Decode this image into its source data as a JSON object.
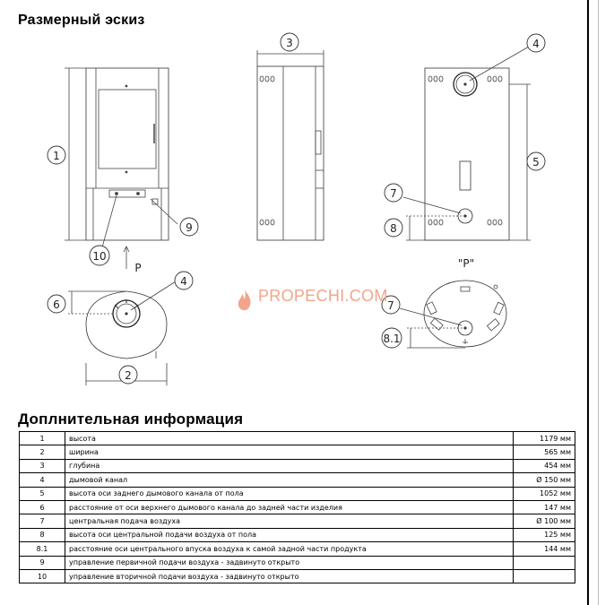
{
  "section_titles": {
    "sketch": "Размерный эскиз",
    "info": "Доплнительная информация"
  },
  "watermark": {
    "text": "PROPECHI.COM",
    "color": "#f2a58a"
  },
  "callouts": {
    "c1": "1",
    "c2": "2",
    "c3": "3",
    "c4": "4",
    "c4b": "4",
    "c5": "5",
    "c6": "6",
    "c7": "7",
    "c7b": "7",
    "c8": "8",
    "c81": "8.1",
    "c9": "9",
    "c10": "10"
  },
  "view_labels": {
    "arrow_p": "P",
    "view_p": "\"P\""
  },
  "info_table": [
    {
      "num": "1",
      "desc": "высота",
      "value": "1179 мм"
    },
    {
      "num": "2",
      "desc": "ширина",
      "value": "565 мм"
    },
    {
      "num": "3",
      "desc": "глубина",
      "value": "454 мм"
    },
    {
      "num": "4",
      "desc": "дымовой канал",
      "value": "Ø 150 мм"
    },
    {
      "num": "5",
      "desc": "высота оси заднего дымового канала от пола",
      "value": "1052 мм"
    },
    {
      "num": "6",
      "desc": "расстояние от оси верхнего дымового канала до задней части изделия",
      "value": "147 мм"
    },
    {
      "num": "7",
      "desc": "центральная подача воздуха",
      "value": "Ø 100 мм"
    },
    {
      "num": "8",
      "desc": "высота оси центральной подачи воздуха от пола",
      "value": "125 мм"
    },
    {
      "num": "8.1",
      "desc": "расстояние оси центрального впуска воздуха к самой задной части продукта",
      "value": "144 мм"
    },
    {
      "num": "9",
      "desc": "управление первичной подачи воздуха - задвинуто открыто",
      "value": ""
    },
    {
      "num": "10",
      "desc": "управление вторичной подачи воздуха - задвинуто открыто",
      "value": ""
    }
  ]
}
